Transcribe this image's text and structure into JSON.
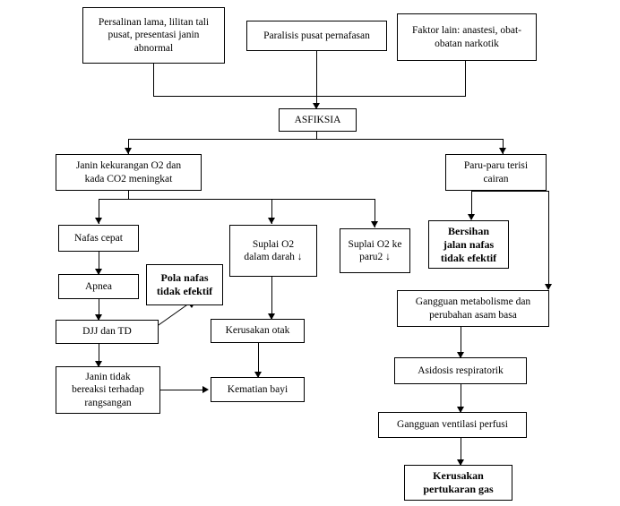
{
  "diagram": {
    "title": "Pathway Asfiksia",
    "type": "flowchart",
    "nodes": [
      {
        "id": "persalinan",
        "label": "Persalinan lama,  lilitan  tali\npusat, presentasi janin\nabnormal",
        "bold": false
      },
      {
        "id": "paralisis",
        "label": "Paralisis pusat pernafasan",
        "bold": false
      },
      {
        "id": "faktorlain",
        "label": "Faktor lain: anastesi, obat-\nobatan narkotik",
        "bold": false
      },
      {
        "id": "asfiksia",
        "label": "ASFIKSIA",
        "bold": false
      },
      {
        "id": "janinkurang",
        "label": "Janin kekurangan O2 dan\nkada CO2 meningkat",
        "bold": false
      },
      {
        "id": "paruparu",
        "label": "Paru-paru terisi\ncairan",
        "bold": false
      },
      {
        "id": "nafascepat",
        "label": "Nafas cepat",
        "bold": false
      },
      {
        "id": "apnea",
        "label": "Apnea",
        "bold": false
      },
      {
        "id": "polanafas",
        "label": "Pola nafas\ntidak efektif",
        "bold": true
      },
      {
        "id": "suplaidarah",
        "label": "Suplai O2\ndalam darah ↓",
        "bold": false
      },
      {
        "id": "suplaiparu",
        "label": "Suplai O2 ke\nparu2 ↓",
        "bold": false
      },
      {
        "id": "bersihan",
        "label": "Bersihan\njalan nafas\ntidak efektif",
        "bold": true
      },
      {
        "id": "djj",
        "label": "DJJ dan TD",
        "bold": false
      },
      {
        "id": "kerusakanotak",
        "label": "Kerusakan otak",
        "bold": false
      },
      {
        "id": "gangguanmetab",
        "label": "Gangguan metabolisme  dan\nperubahan asam basa",
        "bold": false
      },
      {
        "id": "janintidak",
        "label": "Janin tidak\nbereaksi terhadap\nrangsangan",
        "bold": false
      },
      {
        "id": "kematian",
        "label": "Kematian  bayi",
        "bold": false
      },
      {
        "id": "asidosis",
        "label": "Asidosis respiratorik",
        "bold": false
      },
      {
        "id": "ventilasi",
        "label": "Gangguan ventilasi perfusi",
        "bold": false
      },
      {
        "id": "pertukarangas",
        "label": "Kerusakan\npertukaran gas",
        "bold": true
      }
    ],
    "edges": [
      {
        "from": "persalinan",
        "to": "asfiksia"
      },
      {
        "from": "paralisis",
        "to": "asfiksia"
      },
      {
        "from": "faktorlain",
        "to": "asfiksia"
      },
      {
        "from": "asfiksia",
        "to": "janinkurang"
      },
      {
        "from": "asfiksia",
        "to": "paruparu"
      },
      {
        "from": "janinkurang",
        "to": "nafascepat"
      },
      {
        "from": "janinkurang",
        "to": "suplaidarah"
      },
      {
        "from": "janinkurang",
        "to": "suplaiparu"
      },
      {
        "from": "nafascepat",
        "to": "apnea"
      },
      {
        "from": "apnea",
        "to": "djj"
      },
      {
        "from": "djj",
        "to": "polanafas"
      },
      {
        "from": "djj",
        "to": "janintidak"
      },
      {
        "from": "janintidak",
        "to": "kematian"
      },
      {
        "from": "suplaidarah",
        "to": "kerusakanotak"
      },
      {
        "from": "kerusakanotak",
        "to": "kematian"
      },
      {
        "from": "paruparu",
        "to": "bersihan"
      },
      {
        "from": "paruparu",
        "to": "gangguanmetab"
      },
      {
        "from": "gangguanmetab",
        "to": "asidosis"
      },
      {
        "from": "asidosis",
        "to": "ventilasi"
      },
      {
        "from": "ventilasi",
        "to": "pertukarangas"
      }
    ],
    "colors": {
      "stroke": "#000000",
      "fill": "#ffffff",
      "text": "#000000"
    }
  }
}
